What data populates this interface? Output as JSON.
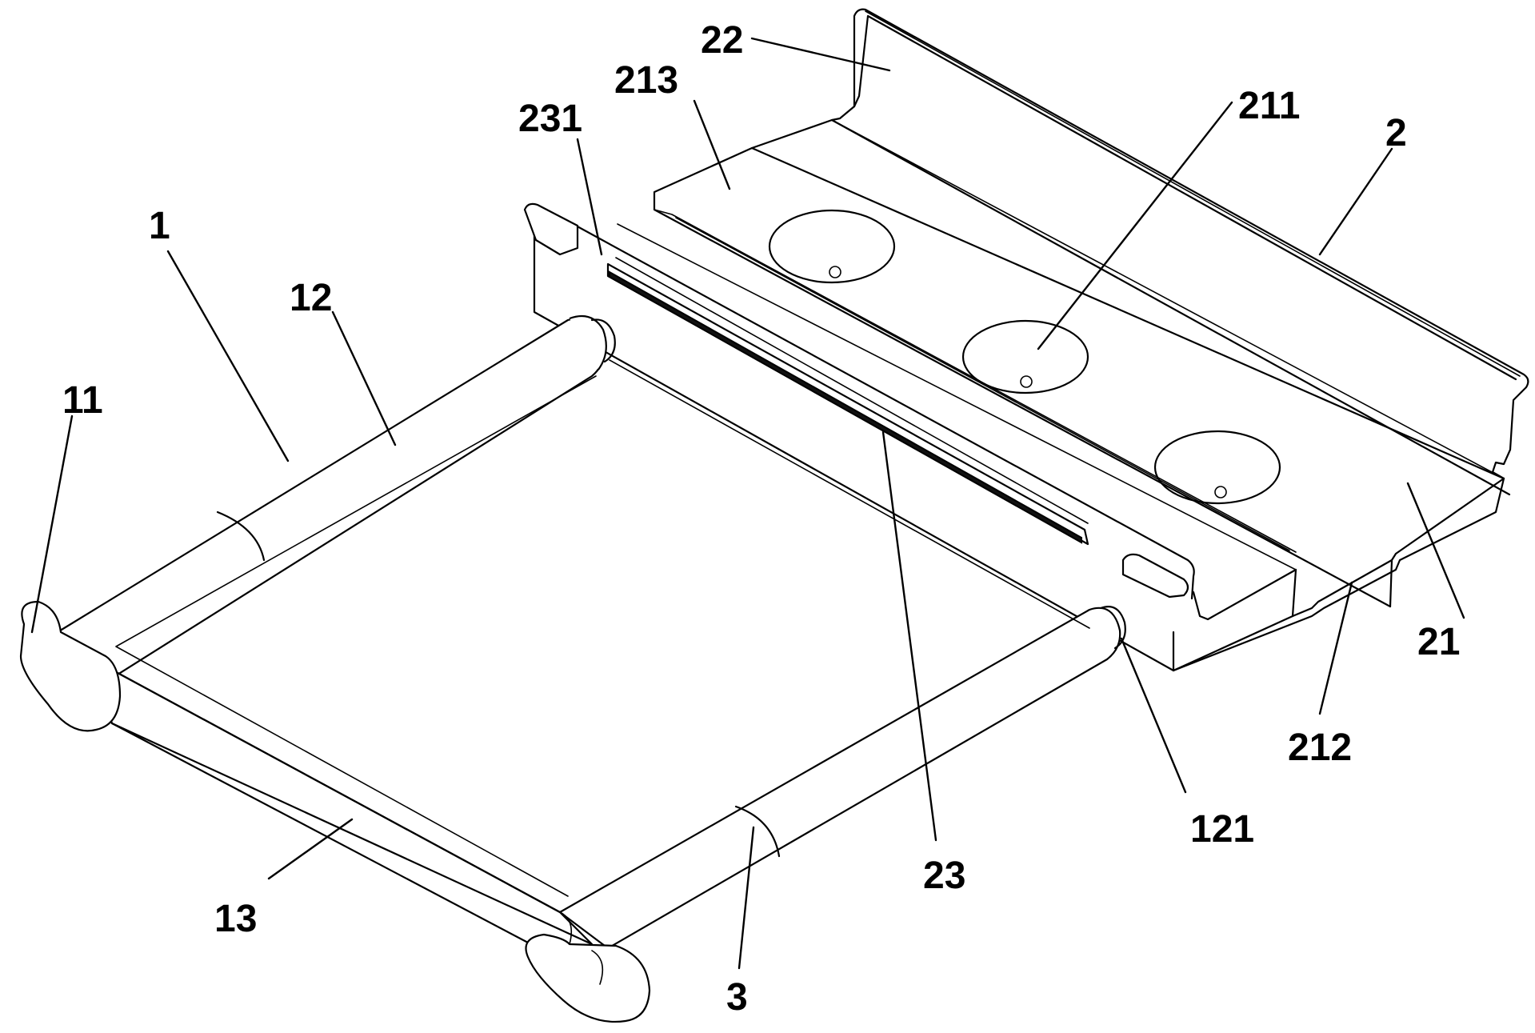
{
  "labels": {
    "l22": "22",
    "l213": "213",
    "l231": "231",
    "l211": "211",
    "l2": "2",
    "l1": "1",
    "l12": "12",
    "l11": "11",
    "l21": "21",
    "l212": "212",
    "l121": "121",
    "l23": "23",
    "l13": "13",
    "l3": "3"
  }
}
